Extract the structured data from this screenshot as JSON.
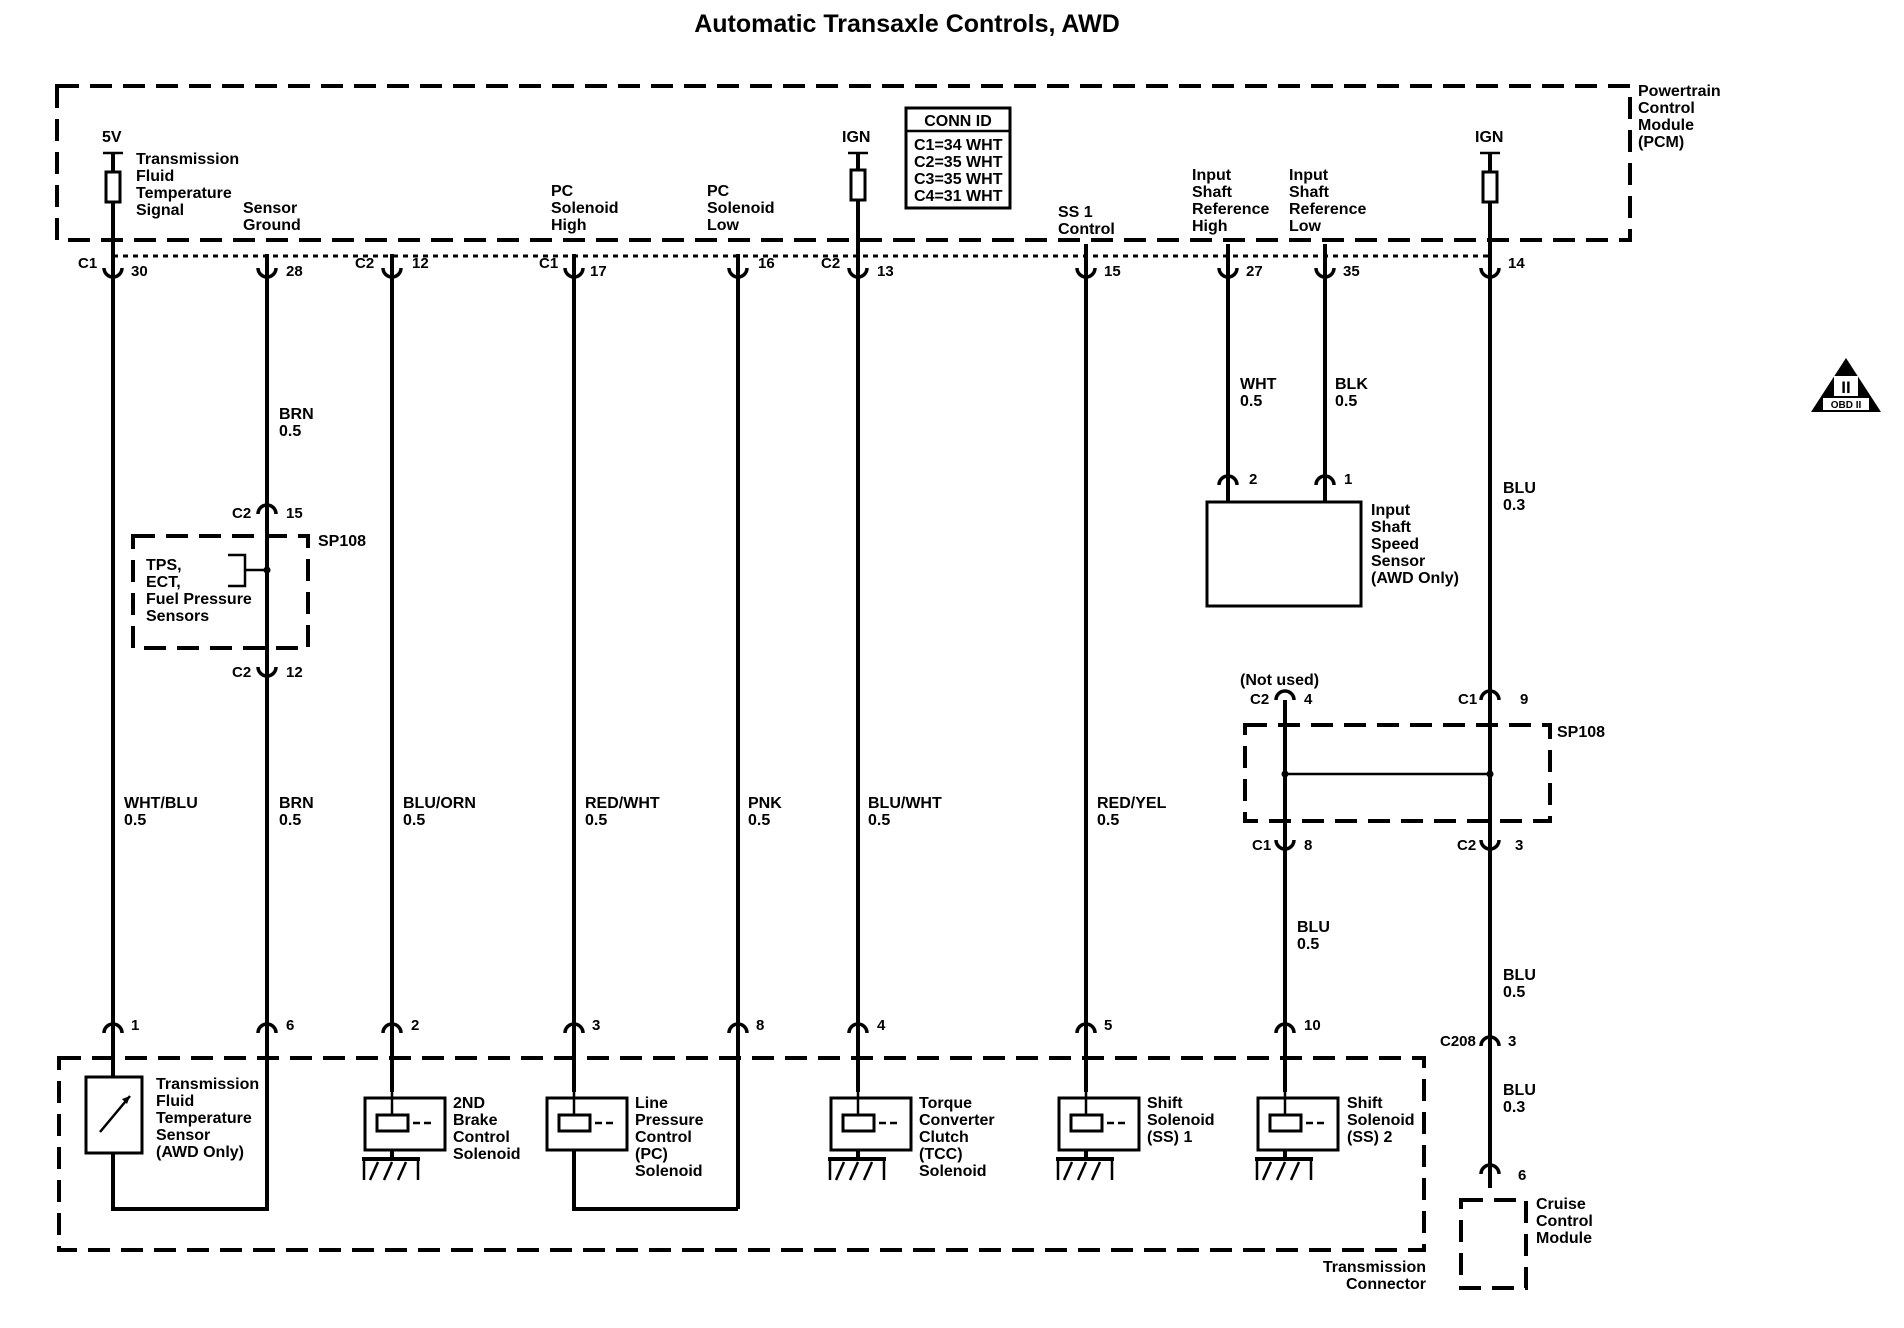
{
  "title": "Automatic Transaxle Controls, AWD",
  "pcm": {
    "label": [
      "Powertrain",
      "Control",
      "Module",
      "(PCM)"
    ]
  },
  "conn_id": {
    "header": "CONN ID",
    "rows": [
      "C1=34 WHT",
      "C2=35 WHT",
      "C3=35 WHT",
      "C4=31 WHT"
    ]
  },
  "supply": {
    "fivev": "5V",
    "ign_a": "IGN",
    "ign_b": "IGN"
  },
  "pcm_labels": {
    "tft": [
      "Transmission",
      "Fluid",
      "Temperature",
      "Signal"
    ],
    "sg": [
      "Sensor",
      "Ground"
    ],
    "pch": [
      "PC",
      "Solenoid",
      "High"
    ],
    "pcl": [
      "PC",
      "Solenoid",
      "Low"
    ],
    "ss1": [
      "SS 1",
      "Control"
    ],
    "ish": [
      "Input",
      "Shaft",
      "Reference",
      "High"
    ],
    "isl": [
      "Input",
      "Shaft",
      "Reference",
      "Low"
    ]
  },
  "pcm_pins": {
    "w1": {
      "conn": "C1",
      "pin": "30"
    },
    "w2": {
      "conn": "",
      "pin": "28"
    },
    "w3": {
      "conn": "C2",
      "pin": "12"
    },
    "w4": {
      "conn": "C1",
      "pin": "17"
    },
    "w5": {
      "conn": "",
      "pin": "16"
    },
    "w6": {
      "conn": "C2",
      "pin": "13"
    },
    "w7": {
      "conn": "",
      "pin": "15"
    },
    "w8": {
      "conn": "",
      "pin": "27"
    },
    "w9": {
      "conn": "",
      "pin": "35"
    },
    "w10": {
      "conn": "",
      "pin": "14"
    }
  },
  "wire_colors": {
    "w1": [
      "WHT/BLU",
      "0.5"
    ],
    "w2_upper": [
      "BRN",
      "0.5"
    ],
    "w2_lower": [
      "BRN",
      "0.5"
    ],
    "w3": [
      "BLU/ORN",
      "0.5"
    ],
    "w4": [
      "RED/WHT",
      "0.5"
    ],
    "w5": [
      "PNK",
      "0.5"
    ],
    "w6": [
      "BLU/WHT",
      "0.5"
    ],
    "w7": [
      "RED/YEL",
      "0.5"
    ],
    "w8": [
      "WHT",
      "0.5"
    ],
    "w9": [
      "BLK",
      "0.5"
    ],
    "w10_a": [
      "BLU",
      "0.3"
    ],
    "w11": [
      "BLU",
      "0.5"
    ],
    "w10_b": [
      "BLU",
      "0.5"
    ],
    "w10_c": [
      "BLU",
      "0.3"
    ]
  },
  "splice_left": {
    "name": "SP108",
    "top_conn": "C2",
    "top_pin": "15",
    "bottom_conn": "C2",
    "bottom_pin": "12",
    "label": [
      "TPS,",
      "ECT,",
      "Fuel Pressure",
      "Sensors"
    ]
  },
  "splice_right": {
    "name": "SP108",
    "not_used": "(Not used)",
    "left_top_conn": "C2",
    "left_top_pin": "4",
    "right_top_conn": "C1",
    "right_top_pin": "9",
    "left_bottom_conn": "C1",
    "left_bottom_pin": "8",
    "right_bottom_conn": "C2",
    "right_bottom_pin": "3"
  },
  "iss_sensor": {
    "pin_high": "2",
    "pin_low": "1",
    "label": [
      "Input",
      "Shaft",
      "Speed",
      "Sensor",
      "(AWD Only)"
    ]
  },
  "trans_pins": {
    "w1": "1",
    "w2": "6",
    "w3": "2",
    "w4": "3",
    "w5": "8",
    "w6": "4",
    "w7": "5",
    "w11": "10"
  },
  "components": {
    "tft": [
      "Transmission",
      "Fluid",
      "Temperature",
      "Sensor",
      "(AWD Only)"
    ],
    "brake2": [
      "2ND",
      "Brake",
      "Control",
      "Solenoid"
    ],
    "pc": [
      "Line",
      "Pressure",
      "Control",
      "(PC)",
      "Solenoid"
    ],
    "tcc": [
      "Torque",
      "Converter",
      "Clutch",
      "(TCC)",
      "Solenoid"
    ],
    "ss1": [
      "Shift",
      "Solenoid",
      "(SS) 1"
    ],
    "ss2": [
      "Shift",
      "Solenoid",
      "(SS) 2"
    ]
  },
  "trans_connector": [
    "Transmission",
    "Connector"
  ],
  "c208": {
    "conn": "C208",
    "pin": "3"
  },
  "cruise": {
    "pin": "6",
    "label": [
      "Cruise",
      "Control",
      "Module"
    ]
  },
  "obd": {
    "numeral": "II",
    "text": "OBD II"
  }
}
